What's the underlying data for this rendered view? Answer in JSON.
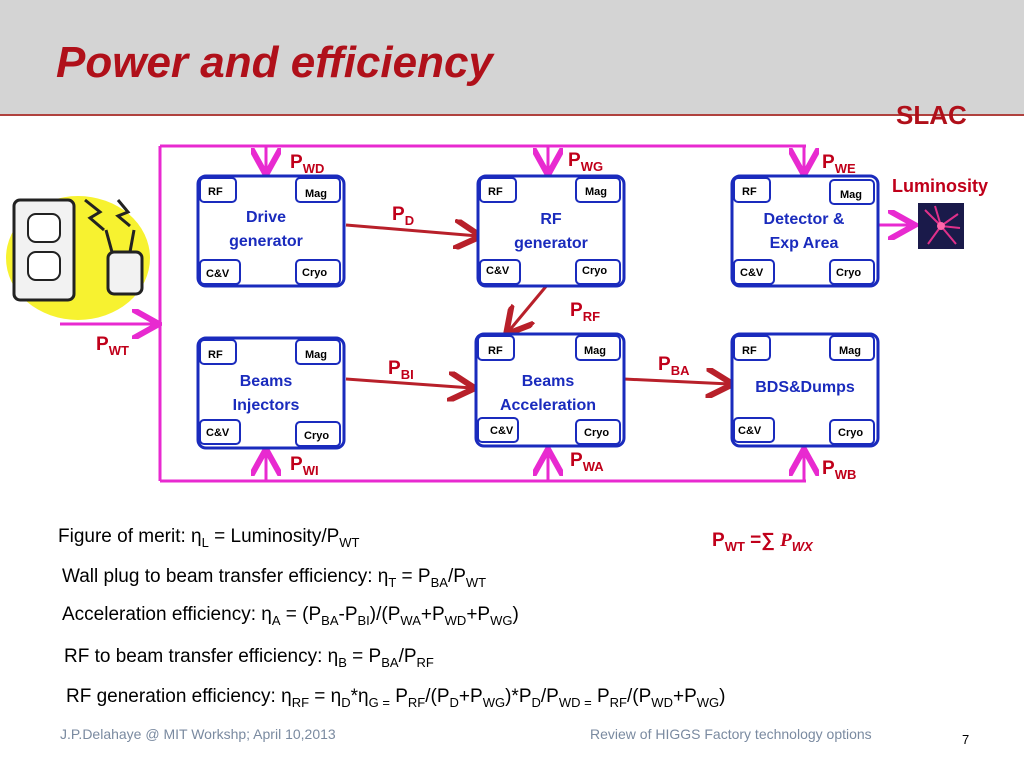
{
  "title": "Power and efficiency",
  "logo": "SLAC",
  "boxes": {
    "drive": {
      "name_line1": "Drive",
      "name_line2": "generator"
    },
    "rfgen": {
      "name_line1": "RF",
      "name_line2": "generator"
    },
    "detector": {
      "name_line1": "Detector &",
      "name_line2": "Exp Area"
    },
    "injectors": {
      "name_line1": "Beams",
      "name_line2": "Injectors"
    },
    "accel": {
      "name_line1": "Beams",
      "name_line2": "Acceleration"
    },
    "bds": {
      "name_line1": "BDS&Dumps",
      "name_line2": ""
    }
  },
  "sub_labels": {
    "rf": "RF",
    "mag": "Mag",
    "cv": "C&V",
    "cryo": "Cryo"
  },
  "power_labels": {
    "p": "P",
    "wd": "WD",
    "wg": "WG",
    "we": "WE",
    "d": "D",
    "rf": "RF",
    "bi": "BI",
    "ba": "BA",
    "wi": "WI",
    "wa": "WA",
    "wb": "WB",
    "wt": "WT"
  },
  "luminosity": "Luminosity",
  "formulas": {
    "merit": {
      "text": "Figure of merit: ",
      "eta": "η",
      "sub": "L",
      "rest": " = Luminosity/P",
      "rest_sub": "WT"
    },
    "wallplug": "Wall plug to beam transfer efficiency",
    "accel": "Acceleration efficiency: ",
    "rftobeam": "RF to beam transfer efficiency: ",
    "rfgen": "RF generation efficiency: "
  },
  "sum_formula": {
    "lhs": "P",
    "lhs_sub": "WT",
    "eq": " =",
    "sigma": "∑",
    "p": "P",
    "p_sub": "WX"
  },
  "footer": {
    "left": "J.P.Delahaye @ MIT Workshp; April 10,2013",
    "right": "Review of HIGGS Factory technology options",
    "page": "7"
  },
  "colors": {
    "accent_red": "#c0001a",
    "box_blue": "#1a2bbd",
    "magenta": "#e82ad0",
    "arrow_red": "#b8202a"
  }
}
